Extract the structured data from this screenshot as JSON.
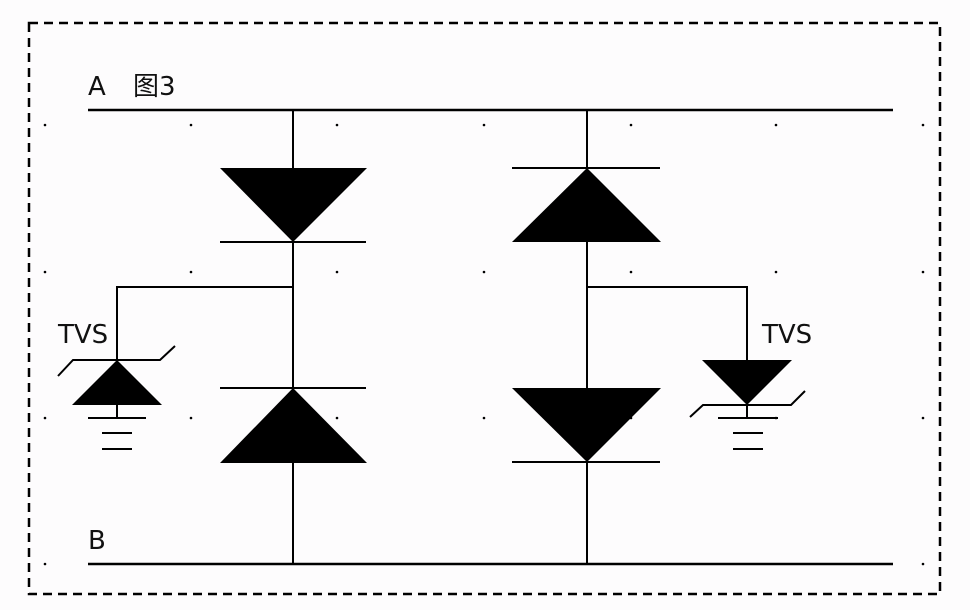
{
  "diagram": {
    "title": "图3",
    "rail_top_label": "A",
    "rail_bottom_label": "B",
    "tvs_left_label": "TVS",
    "tvs_right_label": "TVS",
    "colors": {
      "background": "#fdfcfd",
      "ink": "#000000",
      "text": "#111111"
    },
    "components": [
      {
        "id": "D1",
        "type": "diode",
        "column": "left",
        "position": "top",
        "orientation": "cathode-down"
      },
      {
        "id": "D2",
        "type": "diode",
        "column": "left",
        "position": "bottom",
        "orientation": "cathode-up"
      },
      {
        "id": "D3",
        "type": "diode",
        "column": "right",
        "position": "top",
        "orientation": "cathode-up"
      },
      {
        "id": "D4",
        "type": "diode",
        "column": "right",
        "position": "bottom",
        "orientation": "cathode-down"
      },
      {
        "id": "TVS-L",
        "type": "tvs-diode",
        "label": "TVS",
        "to": "ground"
      },
      {
        "id": "TVS-R",
        "type": "tvs-diode",
        "label": "TVS",
        "to": "ground"
      }
    ]
  }
}
